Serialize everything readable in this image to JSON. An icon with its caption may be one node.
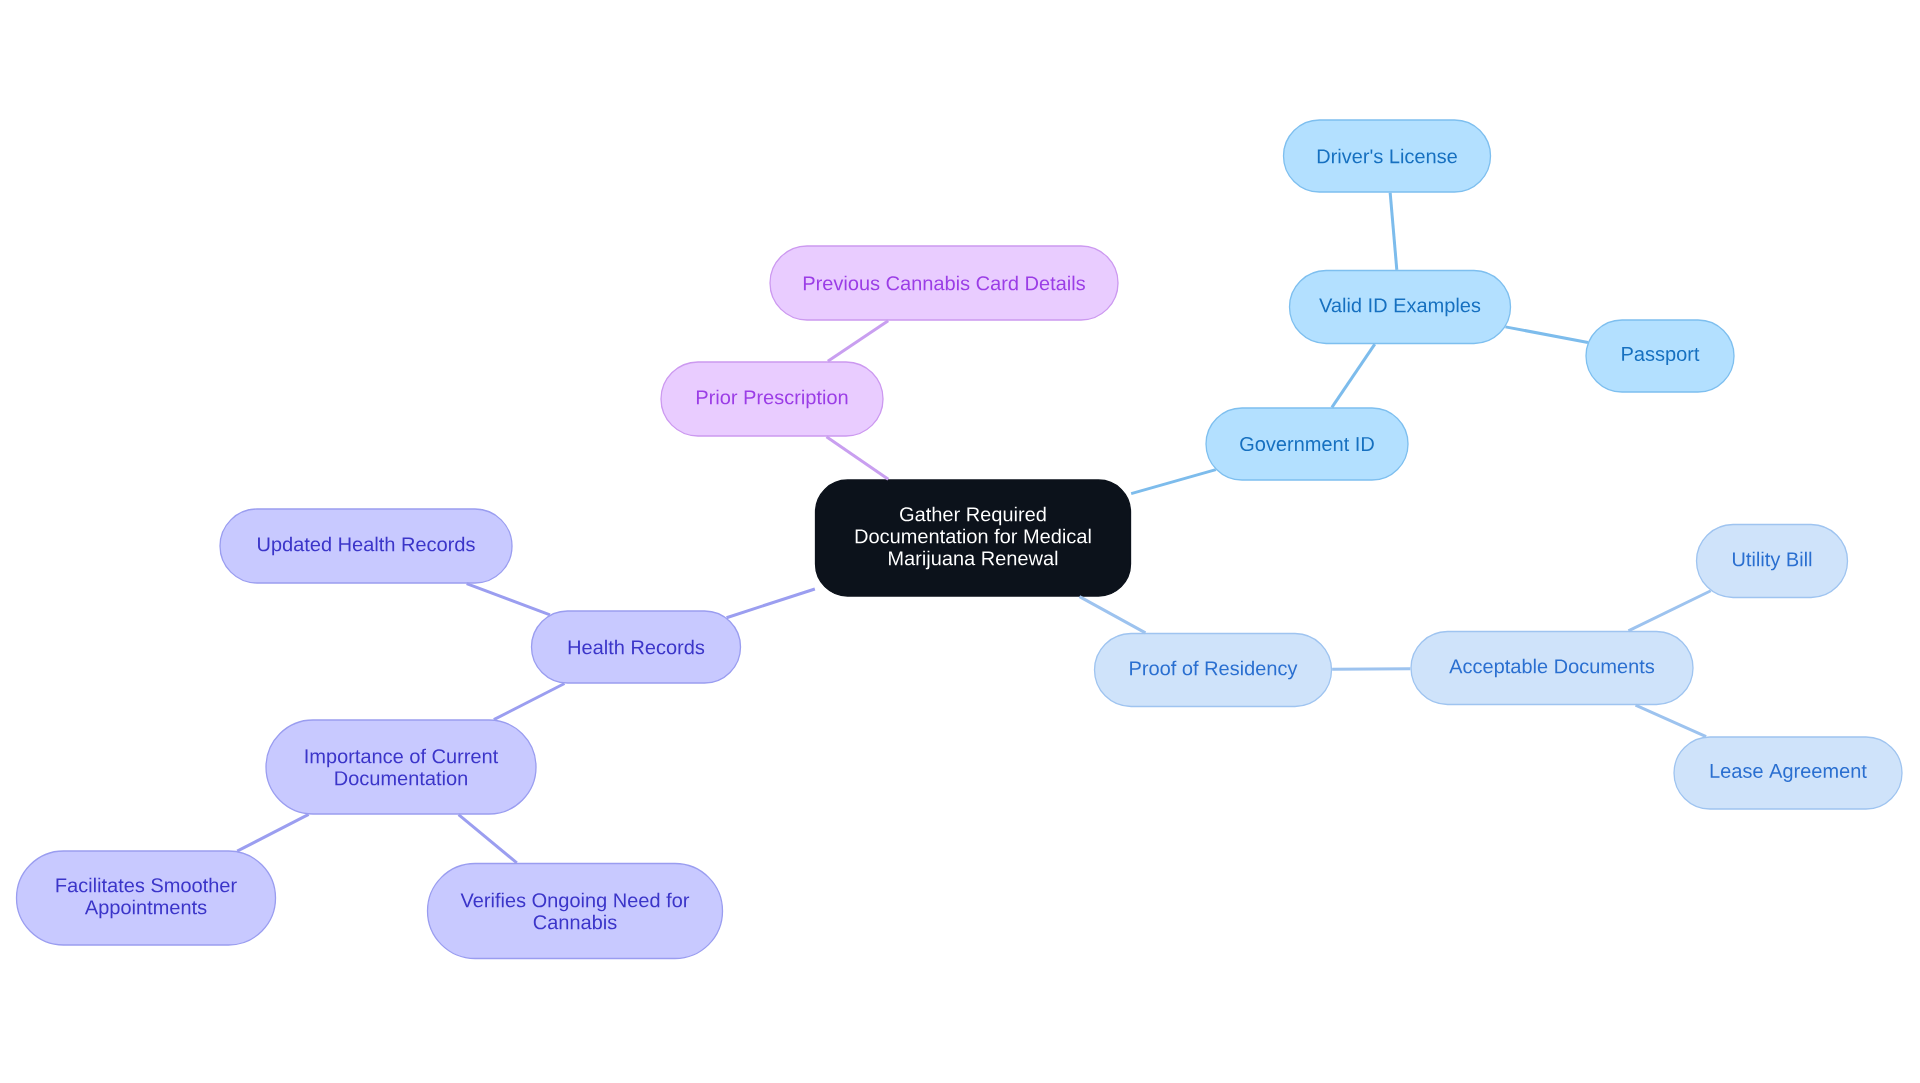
{
  "diagram": {
    "nodes": [
      {
        "text": [
          "Gather Required Documentation for Medical Marijuana Renewal"
        ]
      },
      {
        "text": [
          "Prior Prescription"
        ]
      },
      {
        "text": [
          "Previous Cannabis Card Details"
        ]
      },
      {
        "text": [
          "Government ID"
        ]
      },
      {
        "text": [
          "Valid ID Examples"
        ]
      },
      {
        "text": [
          "Driver's License"
        ]
      },
      {
        "text": [
          "Passport"
        ]
      },
      {
        "text": [
          "Proof of Residency"
        ]
      },
      {
        "text": [
          "Acceptable Documents"
        ]
      },
      {
        "text": [
          "Utility Bill"
        ]
      },
      {
        "text": [
          "Lease Agreement"
        ]
      },
      {
        "text": [
          "Health Records"
        ]
      },
      {
        "text": [
          "Updated Health Records"
        ]
      },
      {
        "text": [
          "Importance of Current Documentation"
        ]
      },
      {
        "text": [
          "Facilitates Smoother Appointments"
        ]
      },
      {
        "text": [
          "Verifies Ongoing Need for Cannabis"
        ]
      }
    ],
    "edges": [
      {
        "from": 0,
        "to": 1,
        "arrow": "none",
        "color": "#c99ff0"
      },
      {
        "from": 1,
        "to": 2,
        "arrow": "none",
        "color": "#c99ff0"
      },
      {
        "from": 0,
        "to": 3,
        "arrow": "none",
        "color": "#7dbcec"
      },
      {
        "from": 3,
        "to": 4,
        "arrow": "none",
        "color": "#7dbcec"
      },
      {
        "from": 4,
        "to": 5,
        "arrow": "none",
        "color": "#7dbcec"
      },
      {
        "from": 4,
        "to": 6,
        "arrow": "none",
        "color": "#7dbcec"
      },
      {
        "from": 0,
        "to": 7,
        "arrow": "none",
        "color": "#9dc3ef"
      },
      {
        "from": 7,
        "to": 8,
        "arrow": "none",
        "color": "#9dc3ef"
      },
      {
        "from": 8,
        "to": 9,
        "arrow": "none",
        "color": "#9dc3ef"
      },
      {
        "from": 8,
        "to": 10,
        "arrow": "none",
        "color": "#9dc3ef"
      },
      {
        "from": 0,
        "to": 11,
        "arrow": "none"
      },
      {
        "from": 11,
        "to": 12,
        "arrow": "none"
      },
      {
        "from": 11,
        "to": 13,
        "arrow": "none"
      },
      {
        "from": 13,
        "to": 14,
        "arrow": "none"
      },
      {
        "from": 13,
        "to": 15,
        "arrow": "none"
      }
    ]
  }
}
